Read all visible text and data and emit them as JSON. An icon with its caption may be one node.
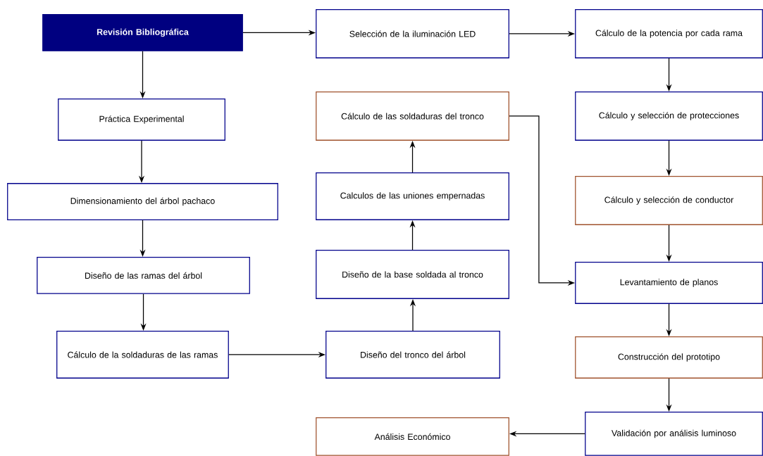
{
  "diagram": {
    "nodes": [
      {
        "text": [
          "Revisión Bibliográfica"
        ]
      },
      {
        "text": [
          "Práctica Experimental"
        ]
      },
      {
        "text": [
          "Dimensionamiento del árbol pachaco"
        ]
      },
      {
        "text": [
          "Diseño de las ramas del árbol"
        ]
      },
      {
        "text": [
          "Cálculo de la soldaduras de las ramas"
        ]
      },
      {
        "text": [
          "Diseño del tronco del árbol"
        ]
      },
      {
        "text": [
          "Diseño de la base soldada al tronco"
        ]
      },
      {
        "text": [
          "Calculos de las uniones empernadas"
        ]
      },
      {
        "text": [
          "Cálculo de las soldaduras del tronco"
        ]
      },
      {
        "text": [
          "Selección de la iluminación LED"
        ]
      },
      {
        "text": [
          "Cálculo de la potencia por cada rama"
        ]
      },
      {
        "text": [
          "Cálculo y selección de protecciones"
        ]
      },
      {
        "text": [
          "Cálculo y selección de conductor"
        ]
      },
      {
        "text": [
          "Levantamiento de planos"
        ]
      },
      {
        "text": [
          "Construcción del prototipo"
        ]
      },
      {
        "text": [
          "Validación por análisis luminoso"
        ]
      },
      {
        "text": [
          "Análisis Económico"
        ]
      }
    ],
    "edges": [
      {
        "from": 0,
        "to": 1,
        "arrow": "to"
      },
      {
        "from": 1,
        "to": 2,
        "arrow": "to"
      },
      {
        "from": 2,
        "to": 3,
        "arrow": "to"
      },
      {
        "from": 3,
        "to": 4,
        "arrow": "to"
      },
      {
        "from": 4,
        "to": 5,
        "arrow": "to"
      },
      {
        "from": 5,
        "to": 6,
        "arrow": "to"
      },
      {
        "from": 6,
        "to": 7,
        "arrow": "to"
      },
      {
        "from": 7,
        "to": 8,
        "arrow": "to"
      },
      {
        "from": 8,
        "to": 13,
        "arrow": "to"
      },
      {
        "from": 0,
        "to": 9,
        "arrow": "to"
      },
      {
        "from": 9,
        "to": 10,
        "arrow": "to"
      },
      {
        "from": 10,
        "to": 11,
        "arrow": "to"
      },
      {
        "from": 11,
        "to": 12,
        "arrow": "to"
      },
      {
        "from": 12,
        "to": 13,
        "arrow": "to"
      },
      {
        "from": 13,
        "to": 14,
        "arrow": "to"
      },
      {
        "from": 14,
        "to": 15,
        "arrow": "to"
      },
      {
        "from": 15,
        "to": 16,
        "arrow": "to"
      }
    ]
  }
}
